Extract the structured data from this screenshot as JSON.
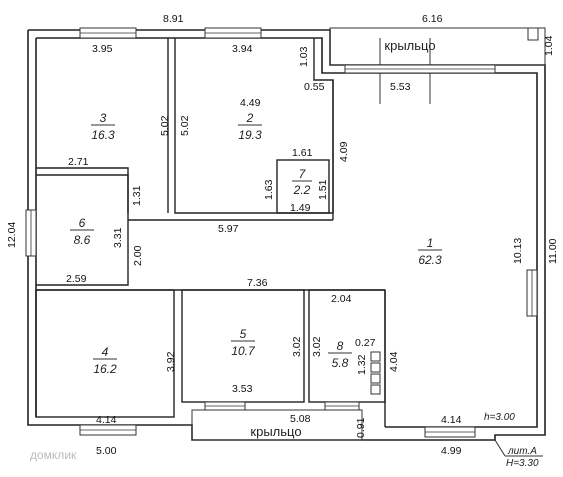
{
  "dimensions": {
    "top_left": "8.91",
    "top_right": "6.16",
    "porch_top_depth": "1.04",
    "r3_top": "3.95",
    "r2_top": "3.94",
    "r3_right": "5.02",
    "r2_left": "5.02",
    "r2_inner": "4.49",
    "step_103": "1.03",
    "step_055": "0.55",
    "r1_window_top": "5.53",
    "r1_left_upper": "4.09",
    "r7_top": "1.61",
    "r7_left": "1.63",
    "r7_right": "1.51",
    "r7_bottom": "1.49",
    "r3_bottom": "2.71",
    "r6_right_small": "1.31",
    "r6_right": "3.31",
    "r6_bottom": "2.59",
    "left_total": "12.04",
    "corridor_top": "5.97",
    "corridor_left": "2.00",
    "corridor_bottom": "7.36",
    "r1_right_inner": "10.13",
    "right_total": "11.00",
    "r8_top": "2.04",
    "r5_right": "3.02",
    "r8_left": "3.02",
    "r8_small": "0.27",
    "r8_right": "4.04",
    "r8_stair": "1.32",
    "r4_right": "3.92",
    "r5_bottom": "3.53",
    "porch_bottom_width": "5.08",
    "porch_bottom_depth": "0.91",
    "r4_bottom": "4.14",
    "r1_bottom": "4.14",
    "bottom_left": "5.00",
    "bottom_right": "4.99"
  },
  "rooms": [
    {
      "num": "1",
      "area": "62.3"
    },
    {
      "num": "2",
      "area": "19.3"
    },
    {
      "num": "3",
      "area": "16.3"
    },
    {
      "num": "4",
      "area": "16.2"
    },
    {
      "num": "5",
      "area": "10.7"
    },
    {
      "num": "6",
      "area": "8.6"
    },
    {
      "num": "7",
      "area": "2.2"
    },
    {
      "num": "8",
      "area": "5.8"
    }
  ],
  "porch_label": "крыльцо",
  "inner_height": "h=3.00",
  "outer_height": "H=3.30",
  "lit": "лит.А",
  "watermark": "домклик"
}
